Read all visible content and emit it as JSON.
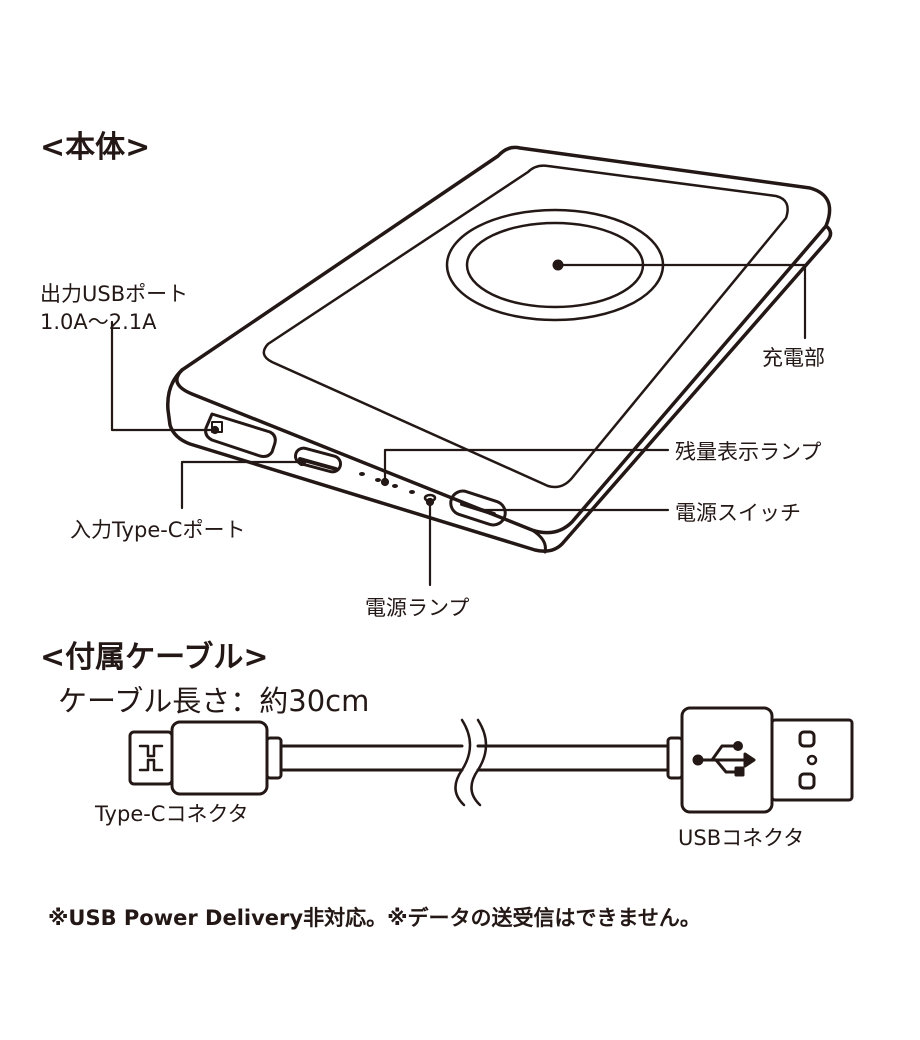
{
  "body_section": {
    "heading": "<本体>",
    "labels": {
      "usb_out_port": "出力USBポート",
      "usb_out_current": "1.0A〜2.1A",
      "charging_area": "充電部",
      "battery_indicator": "残量表示ランプ",
      "power_switch": "電源スイッチ",
      "type_c_input": "入力Type-Cポート",
      "power_lamp": "電源ランプ"
    }
  },
  "cable_section": {
    "heading": "<付属ケーブル>",
    "cable_length": "ケーブル長さ：約30cm",
    "type_c_connector": "Type-Cコネクタ",
    "usb_connector": "USBコネクタ"
  },
  "footnote": "※USB Power Delivery非対応。※データの送受信はできません。"
}
